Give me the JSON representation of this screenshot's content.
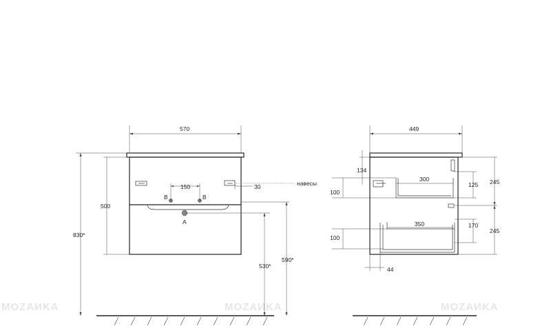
{
  "watermark": "MOZAИKA",
  "front_view": {
    "width": "570",
    "height": "500",
    "total_height": "830*",
    "hole_spacing": "150",
    "hanger_offset": "30",
    "drain_height": "530*",
    "hanger_height": "590*",
    "label_b_left": "B",
    "label_b_right": "B",
    "label_a": "A"
  },
  "side_view": {
    "depth": "449",
    "dim_134": "134",
    "dim_100_top": "100",
    "dim_300": "300",
    "dim_125": "125",
    "dim_245_top": "245",
    "dim_350": "350",
    "dim_170": "170",
    "dim_100_bottom": "100",
    "dim_245_bottom": "245",
    "dim_44": "44"
  },
  "annotation_hangers": "навесы"
}
